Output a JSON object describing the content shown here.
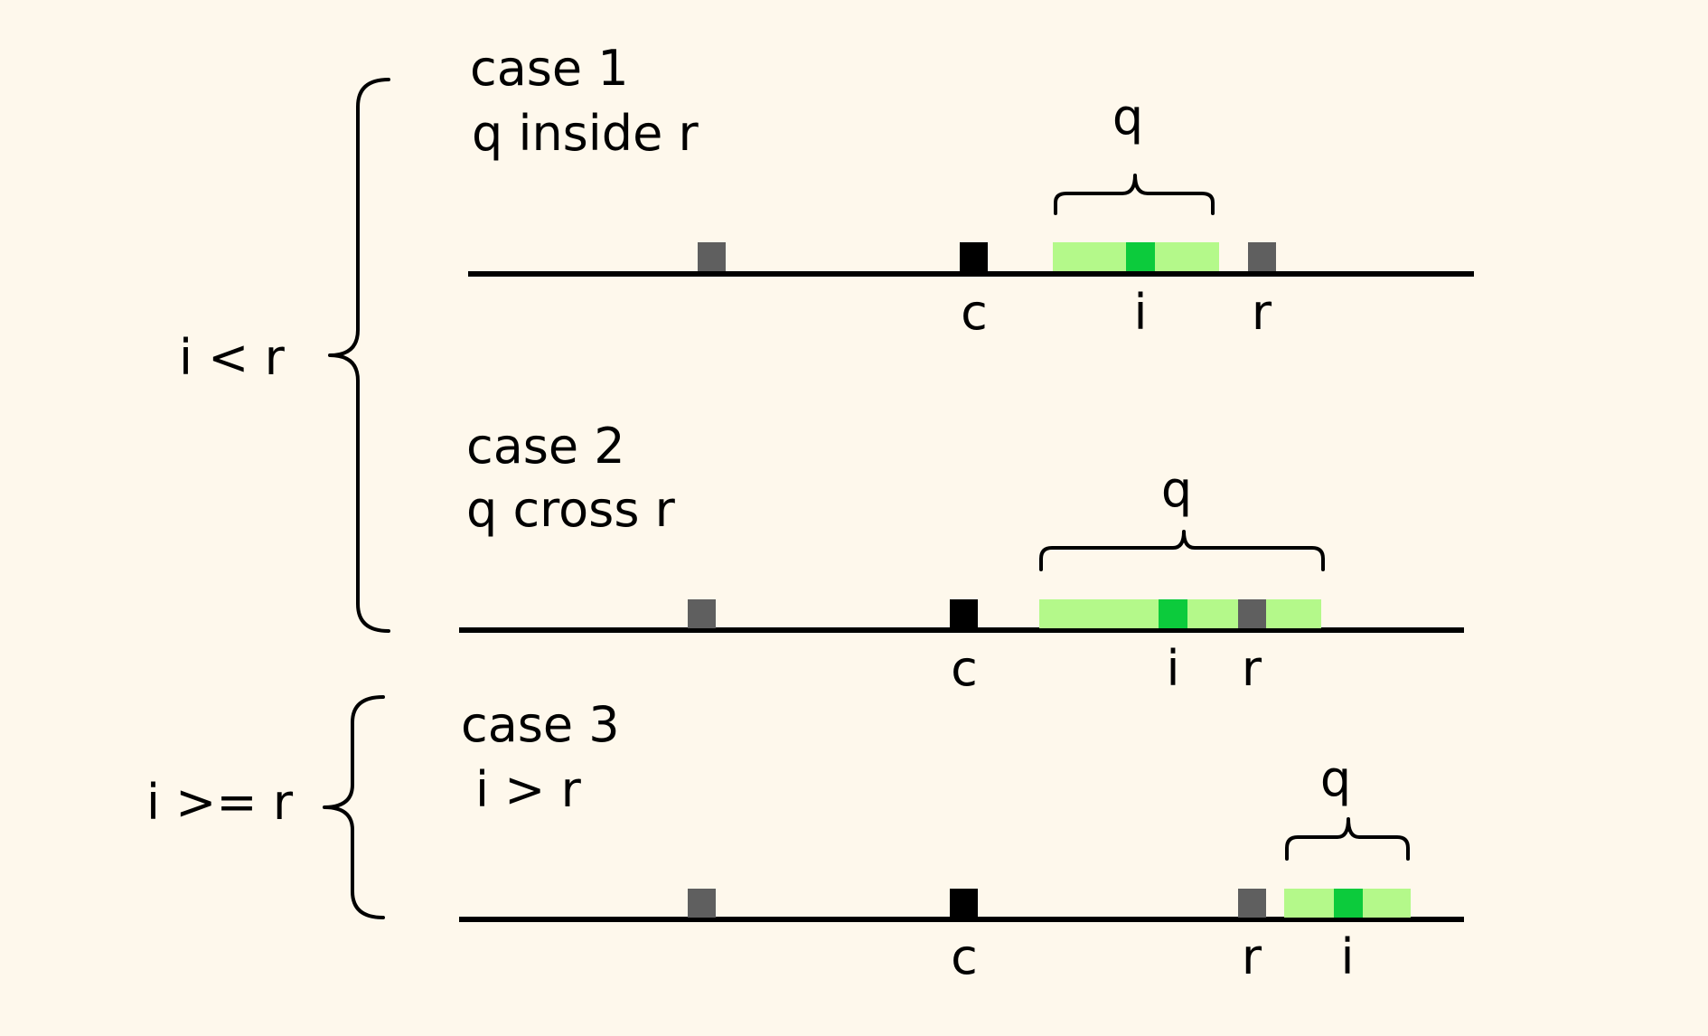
{
  "colors": {
    "background": "#fef8ec",
    "text": "#000000",
    "axis": "#000000",
    "marker_gray": "#5f5f5f",
    "marker_black": "#000000",
    "q_range": "#b4f98a",
    "i_marker": "#0ccb3c"
  },
  "groups": [
    {
      "label": "i < r"
    },
    {
      "label": "i >= r"
    }
  ],
  "cases": [
    {
      "title": "case 1",
      "subtitle": "q inside r",
      "q_label": "q",
      "labels": {
        "c": "c",
        "i": "i",
        "r": "r"
      }
    },
    {
      "title": "case 2",
      "subtitle": "q cross r",
      "q_label": "q",
      "labels": {
        "c": "c",
        "i": "i",
        "r": "r"
      }
    },
    {
      "title": "case 3",
      "subtitle": "i > r",
      "q_label": "q",
      "labels": {
        "c": "c",
        "i": "i",
        "r": "r"
      }
    }
  ]
}
